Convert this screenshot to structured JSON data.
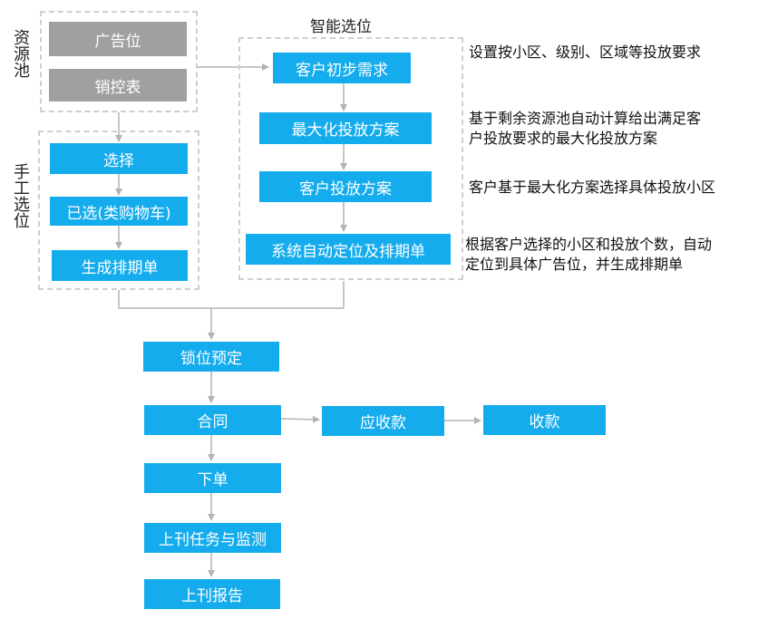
{
  "resource_pool": {
    "label": "资源池",
    "items": [
      "广告位",
      "销控表"
    ]
  },
  "manual_selection": {
    "label": "手工选位",
    "steps": [
      "选择",
      "已选(类购物车)",
      "生成排期单"
    ]
  },
  "smart_selection": {
    "title": "智能选位",
    "steps": [
      "客户初步需求",
      "最大化投放方案",
      "客户投放方案",
      "系统自动定位及排期单"
    ],
    "notes": [
      "设置按小区、级别、区域等投放要求",
      "基于剩余资源池自动计算给出满足客\n户投放要求的最大化投放方案",
      "客户基于最大化方案选择具体投放小区",
      "根据客户选择的小区和投放个数，自动\n定位到具体广告位，并生成排期单"
    ]
  },
  "main_flow": {
    "lock": "锁位预定",
    "contract": "合同",
    "receivable": "应收款",
    "collection": "收款",
    "order": "下单",
    "publish_monitor": "上刊任务与监测",
    "publish_report": "上刊报告"
  },
  "colors": {
    "step_blue": "#14aced",
    "pool_gray": "#a0a0a0",
    "dashed_border": "#cfcfcf",
    "connector": "#b3b3b3"
  }
}
